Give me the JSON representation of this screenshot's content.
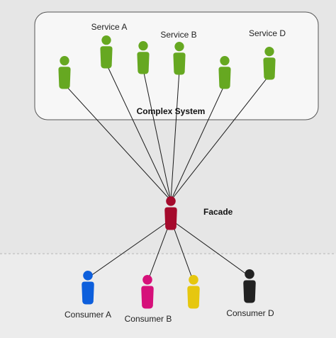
{
  "system_label": "Complex System",
  "facade": {
    "label": "Facade",
    "color": "#a50a2c"
  },
  "service_color": "#66a821",
  "services": [
    {
      "label": ""
    },
    {
      "label": "Service A"
    },
    {
      "label": ""
    },
    {
      "label": "Service B"
    },
    {
      "label": ""
    },
    {
      "label": "Service D"
    }
  ],
  "consumers": [
    {
      "label": "Consumer A",
      "color": "#0d5fdc"
    },
    {
      "label": "Consumer B",
      "color": "#d6107a"
    },
    {
      "label": "",
      "color": "#e6c70f"
    },
    {
      "label": "Consumer D",
      "color": "#222222"
    }
  ]
}
